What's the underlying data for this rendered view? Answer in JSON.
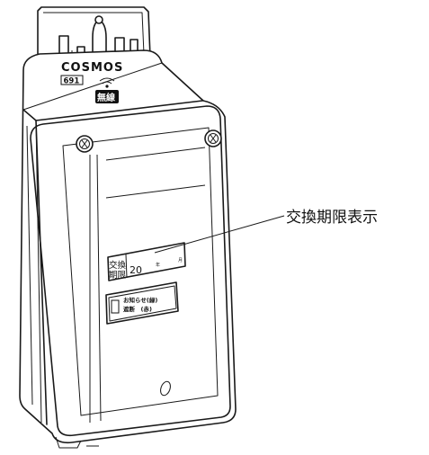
{
  "brand": {
    "logo_text": "COSMOS",
    "model": "691",
    "wireless_label": "無線",
    "wireless_icon": "wifi-icon"
  },
  "replacement_label": {
    "title_line1": "交換",
    "title_line2": "期限",
    "year_prefix": "20",
    "year_unit": "年",
    "month_unit": "月"
  },
  "indicator": {
    "line1": "お知らせ(緑)",
    "line2": "遮断　(赤)"
  },
  "callout": {
    "text": "交換期限表示"
  },
  "colors": {
    "line": "#1a1a1a",
    "background": "#ffffff"
  }
}
